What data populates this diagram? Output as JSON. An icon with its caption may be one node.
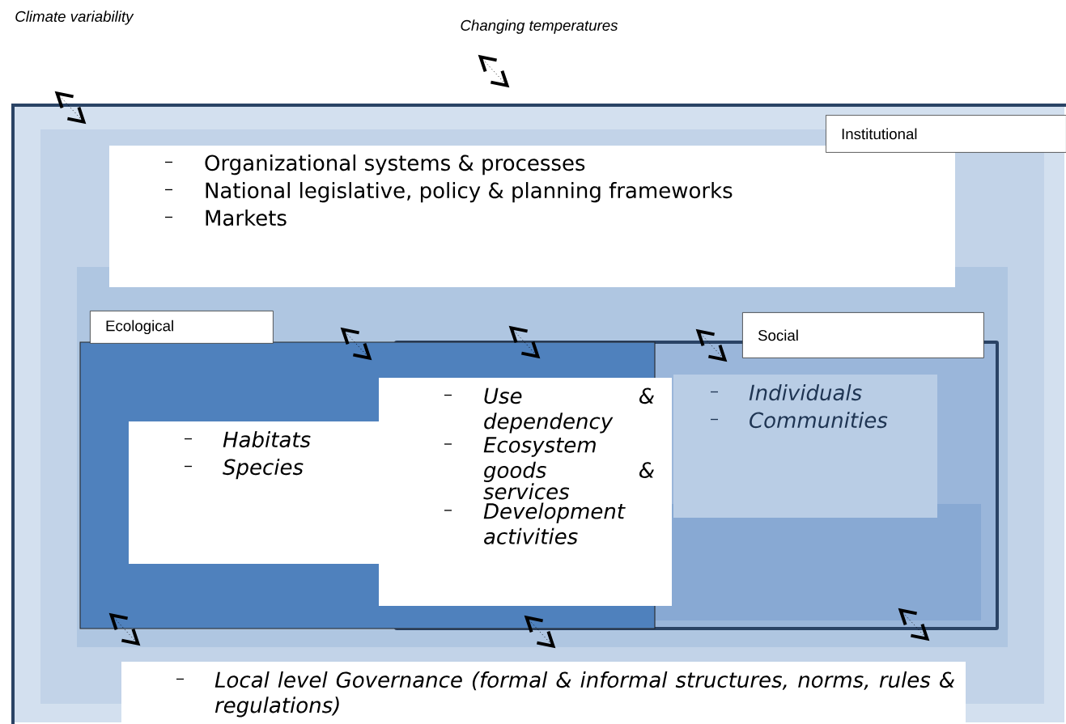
{
  "diagram": {
    "nodes": [
      {
        "text": [
          "Institutional"
        ]
      },
      {
        "text": [
          "Organizational systems & processes",
          "National legislative, policy & planning frameworks",
          "Markets"
        ],
        "in": 0
      },
      {
        "text": [
          "Ecological"
        ],
        "in": 0
      },
      {
        "text": [
          "Habitats",
          "Species"
        ],
        "in": 2
      },
      {
        "text": [
          "Use & dependency",
          "Ecosystem goods & services",
          "Development activities"
        ],
        "in": 0
      },
      {
        "text": [
          "Social"
        ],
        "in": 0
      },
      {
        "text": [
          "Individuals",
          "Communities"
        ],
        "in": 5
      },
      {
        "text": [
          "Local level Governance (formal & informal structures, norms, rules & regulations)"
        ],
        "in": 0
      }
    ],
    "labels": [
      "Climate variability",
      "Changing temperatures"
    ]
  }
}
